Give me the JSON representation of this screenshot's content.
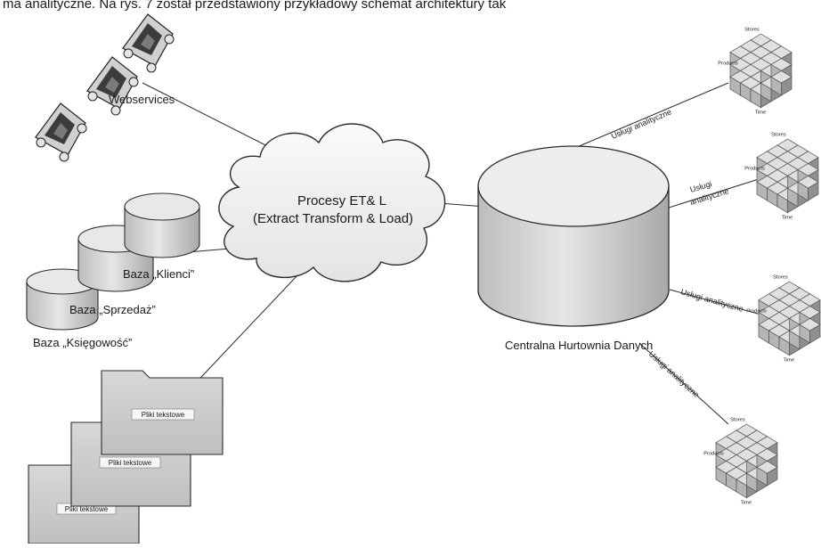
{
  "header_text": "ma analityczne. Na rys. 7 został przedstawiony przykładowy schemat architektury tak",
  "webservices_label": "Webservices",
  "etl": {
    "line1": "Procesy ET& L",
    "line2": "(Extract Transform & Load)"
  },
  "databases": {
    "klienci": "Baza „Klienci”",
    "sprzedaz": "Baza „Sprzedaż”",
    "ksiegowosc": "Baza „Księgowość”"
  },
  "files": [
    "Pliki tekstowe",
    "Pliki tekstowe",
    "Pliki tekstowe"
  ],
  "warehouse_label": "Centralna Hurtownia Danych",
  "analytics": {
    "top": "Usługi analityczne",
    "second_line1": "Usługi",
    "second_line2": "analityczne",
    "third": "Usługi analityczne",
    "bottom": "Usługi analityczne"
  },
  "cube_labels": {
    "stores": "Stores",
    "products": "Products",
    "time": "Time"
  },
  "colors": {
    "cloud_fill": "#f2f2f2",
    "db_fill": "#d9d9d9",
    "folder_fill": "#cfcfcf",
    "cube_fill": "#c8c8c8",
    "stroke": "#2b2b2b"
  }
}
